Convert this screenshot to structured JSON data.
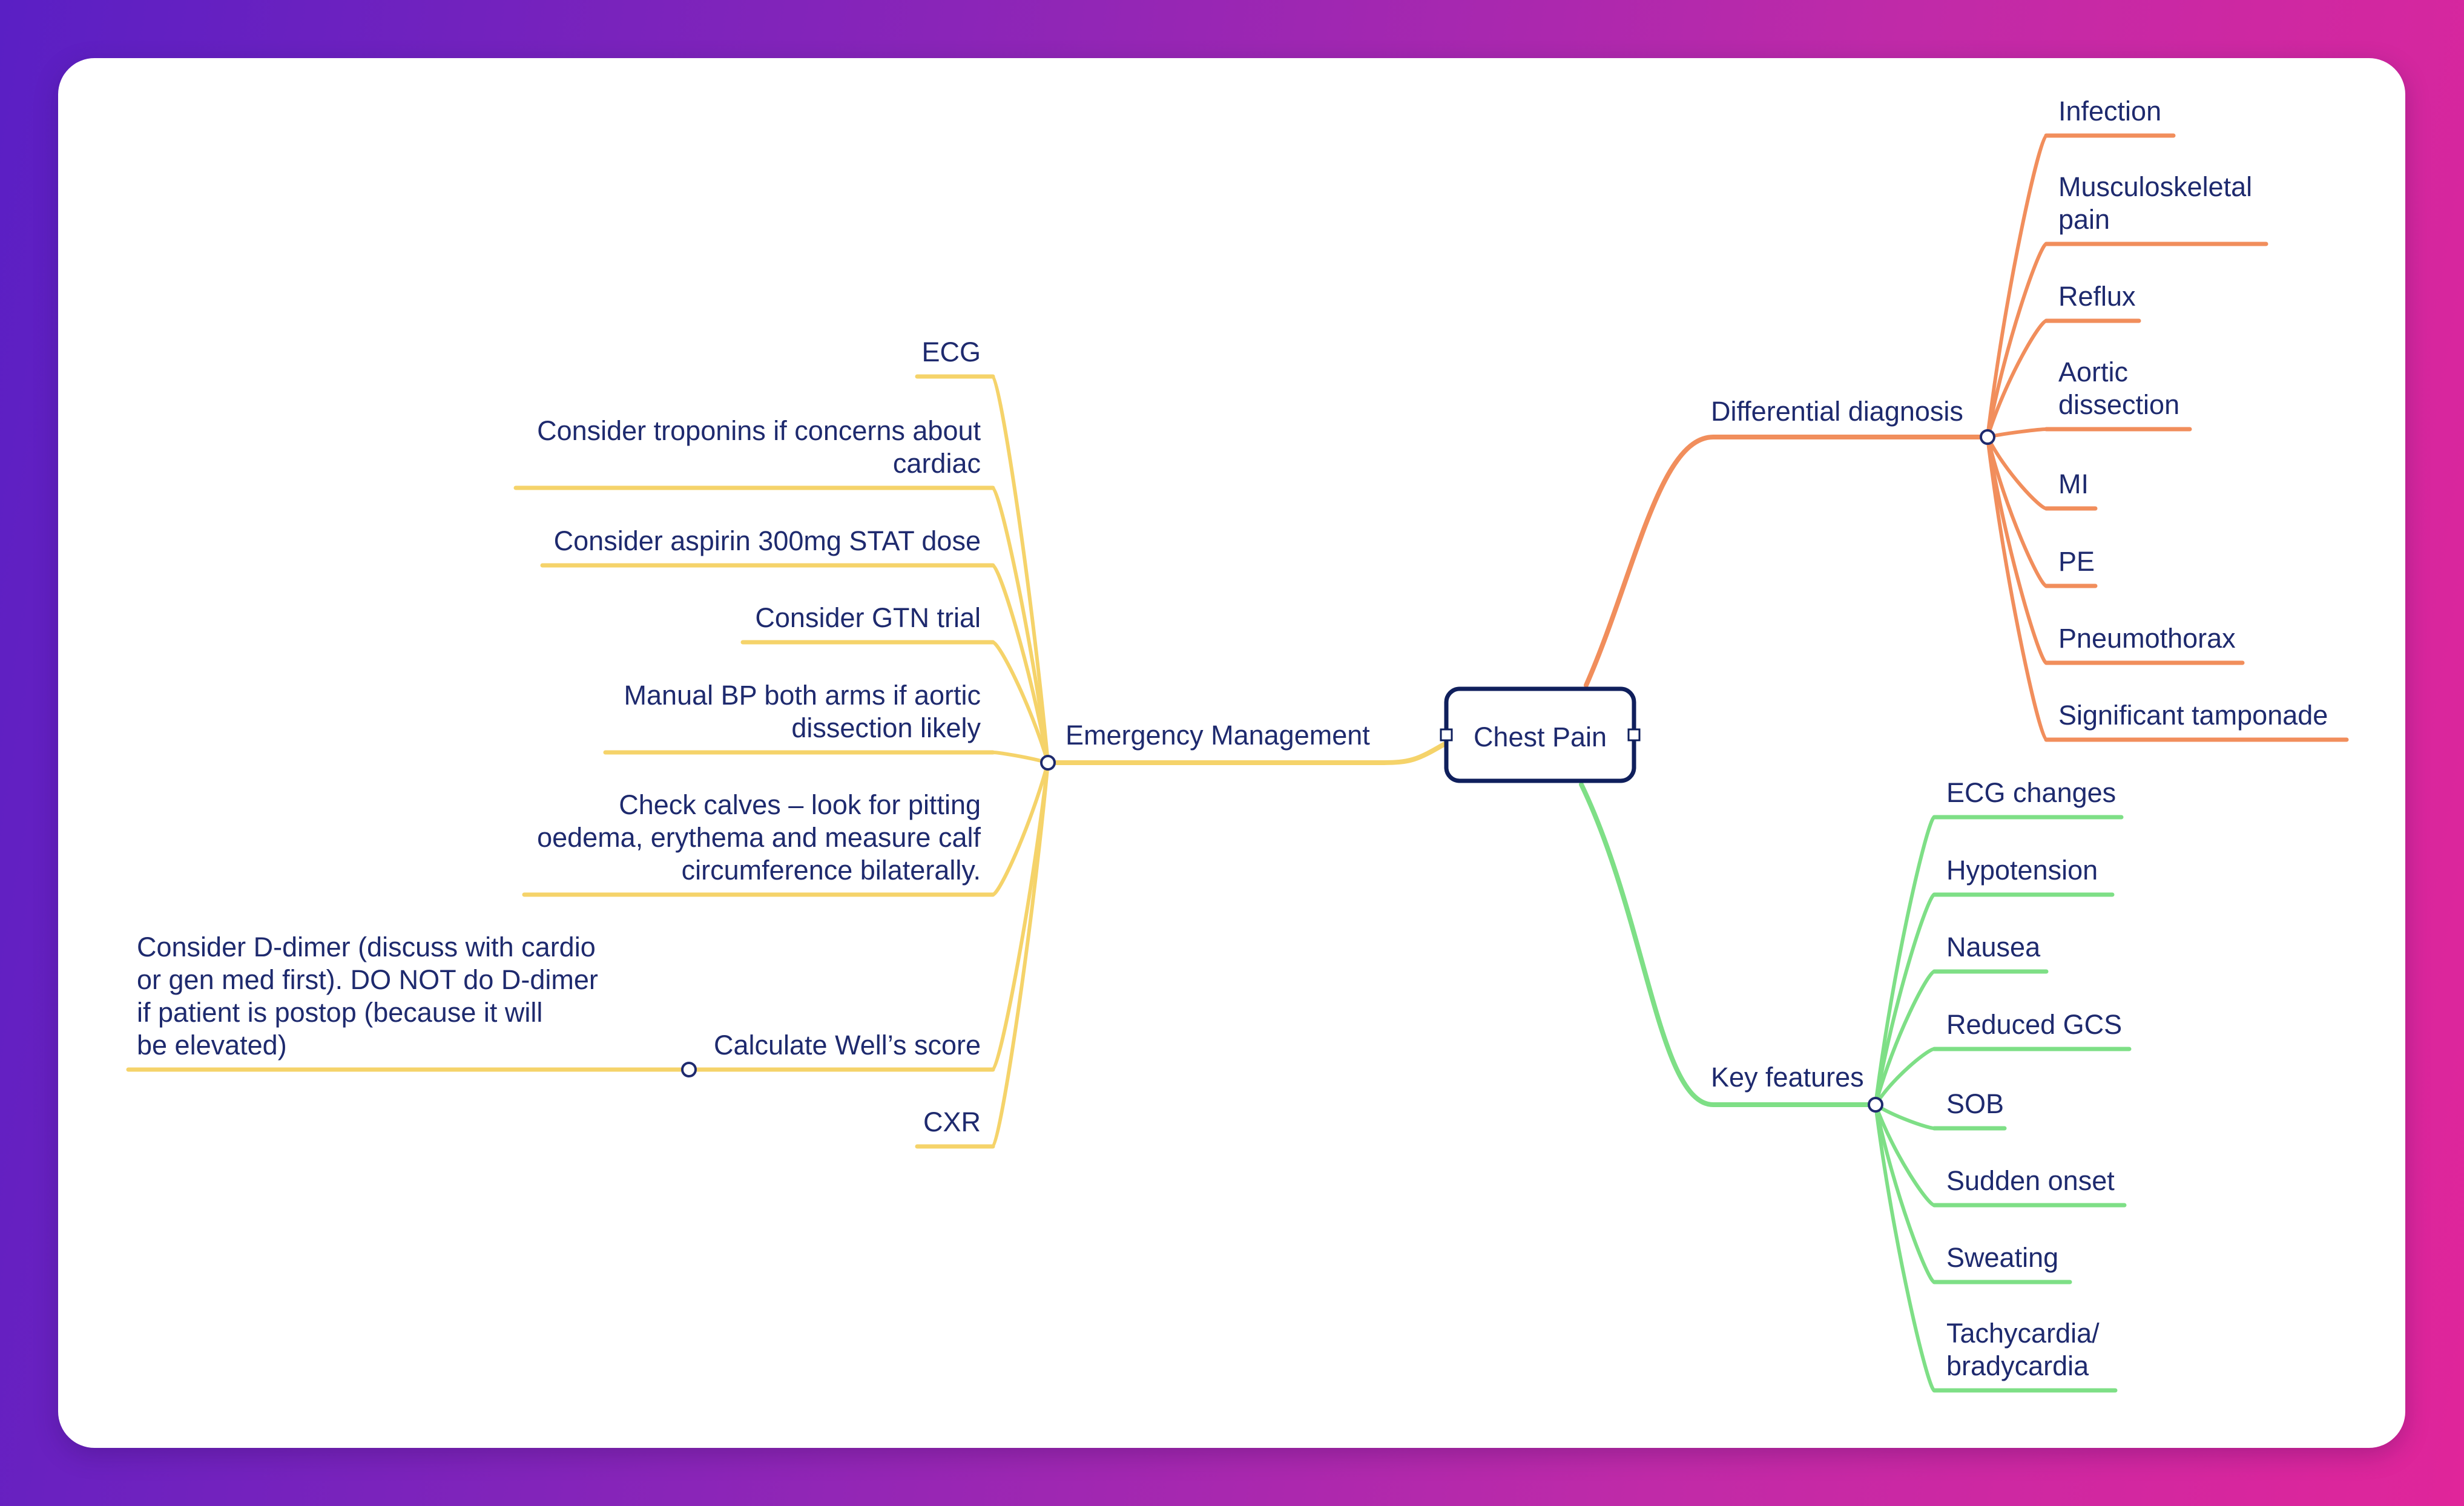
{
  "colors": {
    "emergency": "#f5d36a",
    "differential": "#f18e5c",
    "key_features": "#7edf86",
    "text": "#1e2a6e",
    "root_border": "#0f1f5c"
  },
  "root": {
    "label": "Chest Pain"
  },
  "branches": {
    "emergency": {
      "label": "Emergency Management",
      "children": [
        {
          "lines": [
            "ECG"
          ]
        },
        {
          "lines": [
            "Consider troponins if concerns about",
            "cardiac"
          ]
        },
        {
          "lines": [
            "Consider aspirin 300mg STAT dose"
          ]
        },
        {
          "lines": [
            "Consider GTN trial"
          ]
        },
        {
          "lines": [
            "Manual BP both arms if aortic",
            "dissection likely"
          ]
        },
        {
          "lines": [
            "Check calves – look for pitting",
            "oedema, erythema and measure calf",
            "circumference bilaterally."
          ]
        },
        {
          "lines": [
            "Calculate Well’s score"
          ]
        },
        {
          "lines": [
            "CXR"
          ]
        }
      ],
      "wells_child": {
        "lines": [
          "Consider D-dimer (discuss with cardio",
          "or gen med first). DO NOT do D-dimer",
          "if patient is postop (because it will",
          "be elevated)"
        ]
      }
    },
    "differential": {
      "label": "Differential diagnosis",
      "children": [
        {
          "lines": [
            "Infection"
          ]
        },
        {
          "lines": [
            "Musculoskeletal",
            "pain"
          ]
        },
        {
          "lines": [
            "Reflux"
          ]
        },
        {
          "lines": [
            "Aortic",
            "dissection"
          ]
        },
        {
          "lines": [
            "MI"
          ]
        },
        {
          "lines": [
            "PE"
          ]
        },
        {
          "lines": [
            "Pneumothorax"
          ]
        },
        {
          "lines": [
            "Significant tamponade"
          ]
        }
      ]
    },
    "key_features": {
      "label": "Key features",
      "children": [
        {
          "lines": [
            "ECG changes"
          ]
        },
        {
          "lines": [
            "Hypotension"
          ]
        },
        {
          "lines": [
            "Nausea"
          ]
        },
        {
          "lines": [
            "Reduced GCS"
          ]
        },
        {
          "lines": [
            "SOB"
          ]
        },
        {
          "lines": [
            "Sudden onset"
          ]
        },
        {
          "lines": [
            "Sweating"
          ]
        },
        {
          "lines": [
            "Tachycardia/",
            "bradycardia"
          ]
        }
      ]
    }
  }
}
